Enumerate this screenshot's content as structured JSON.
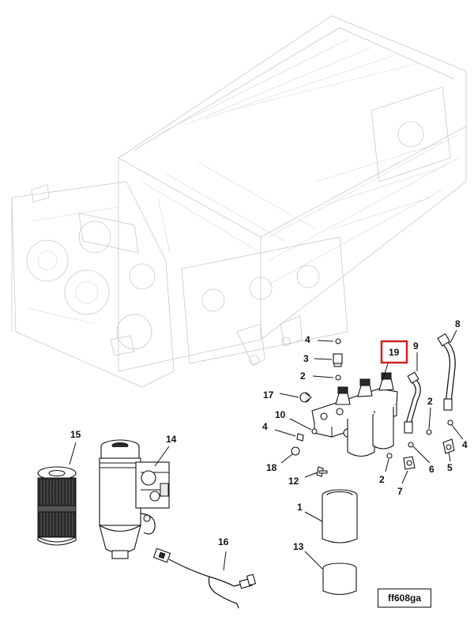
{
  "callouts": {
    "c1": "1",
    "c2a": "2",
    "c2b": "2",
    "c2c": "2",
    "c3": "3",
    "c4a": "4",
    "c4b": "4",
    "c4c": "4",
    "c5": "5",
    "c6": "6",
    "c7": "7",
    "c8": "8",
    "c9": "9",
    "c10": "10",
    "c12": "12",
    "c13": "13",
    "c14": "14",
    "c15": "15",
    "c16": "16",
    "c17": "17",
    "c18": "18",
    "c19": "19"
  },
  "highlight": {
    "callout": "19",
    "color": "#d42020"
  },
  "reference": "ff608ga"
}
